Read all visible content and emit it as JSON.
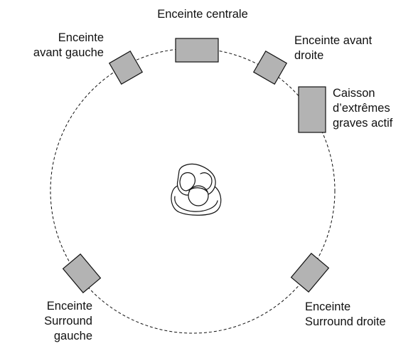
{
  "diagram": {
    "speaker_fill": "#b3b3b3",
    "stroke_color": "#111111",
    "circle_style": "dashed",
    "labels": {
      "center": [
        "Enceinte centrale"
      ],
      "front_left": [
        "Enceinte",
        "avant gauche"
      ],
      "front_right": [
        "Enceinte avant",
        "droite"
      ],
      "subwoofer": [
        "Caisson",
        "d’extrêmes",
        "graves actif"
      ],
      "surround_left": [
        "Enceinte",
        "Surround",
        "gauche"
      ],
      "surround_right": [
        "Enceinte",
        "Surround droite"
      ]
    },
    "listener_icon": "person-seated-icon"
  }
}
